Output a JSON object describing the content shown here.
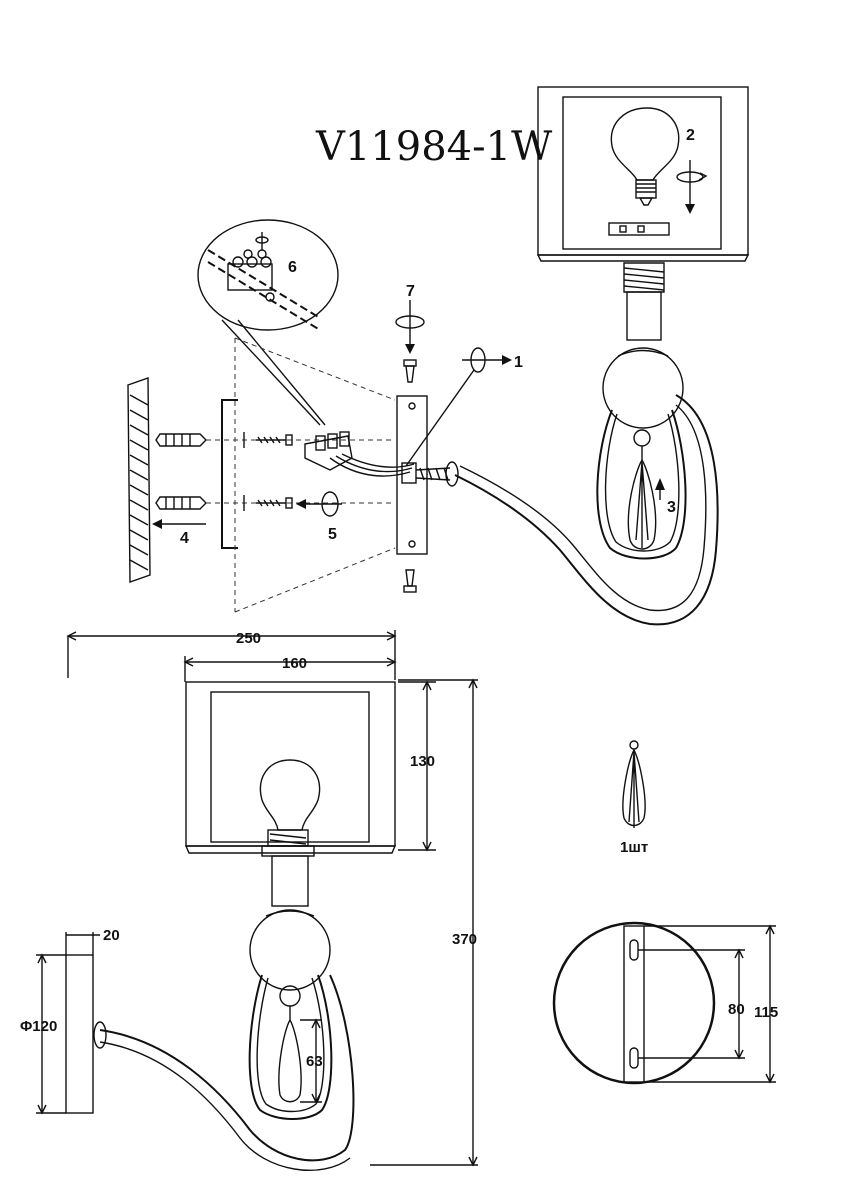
{
  "title": "V11984-1W",
  "steps": {
    "s1": "1",
    "s2": "2",
    "s3": "3",
    "s4": "4",
    "s5": "5",
    "s6": "6",
    "s7": "7"
  },
  "dimensions": {
    "width_total": "250",
    "shade_width": "160",
    "shade_height": "130",
    "total_height": "370",
    "plate_depth": "20",
    "plate_diameter": "Φ120",
    "pendant_length": "63",
    "hole_spacing": "80",
    "plate_height": "115"
  },
  "accessory": {
    "quantity": "1шт"
  }
}
